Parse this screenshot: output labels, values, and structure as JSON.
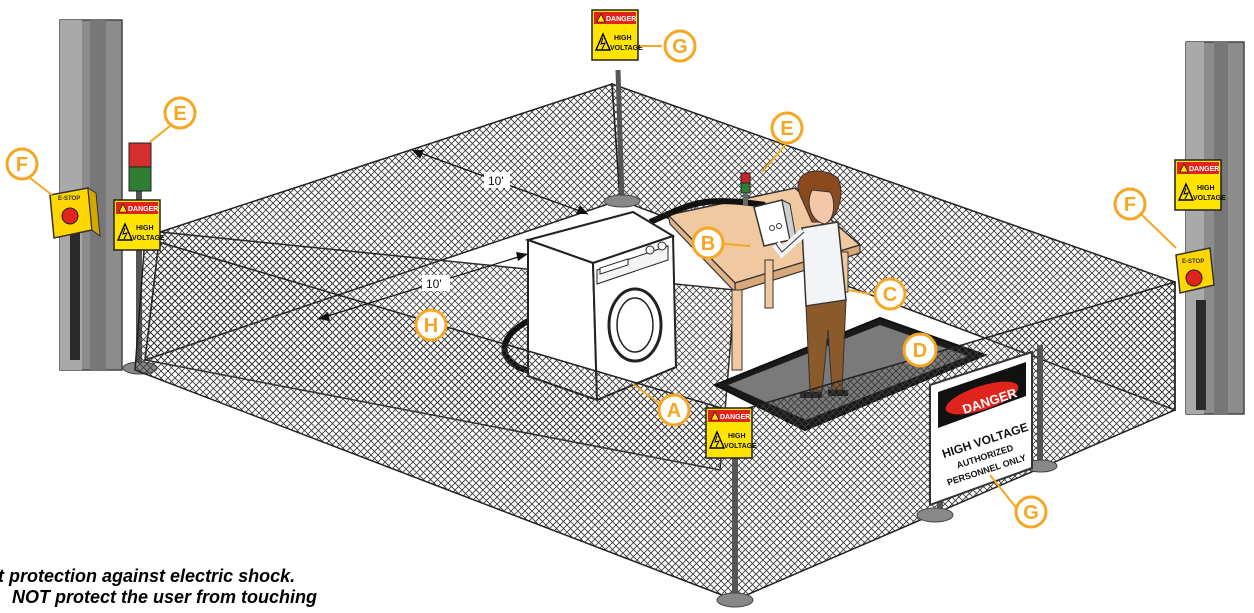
{
  "callouts": {
    "A": "A",
    "B": "B",
    "C": "C",
    "D": "D",
    "E_left": "E",
    "E_center": "E",
    "F_left": "F",
    "F_right": "F",
    "G_top": "G",
    "G_bottom": "G",
    "H": "H"
  },
  "dimensions": {
    "back": "10'",
    "front": "10'"
  },
  "small_sign": {
    "header": "DANGER",
    "line1": "HIGH",
    "line2": "VOLTAGE"
  },
  "large_sign": {
    "header": "DANGER",
    "line1": "HIGH VOLTAGE",
    "line2": "AUTHORIZED",
    "line3": "PERSONNEL ONLY"
  },
  "estop_label": "E-STOP",
  "caption": {
    "line1": "ect protection against electric shock.",
    "line2": "NOT protect the user from touching"
  },
  "colors": {
    "callout": "#f5a623",
    "danger_red": "#e0231b",
    "sign_yellow": "#ffe400",
    "mesh": "#444444"
  }
}
